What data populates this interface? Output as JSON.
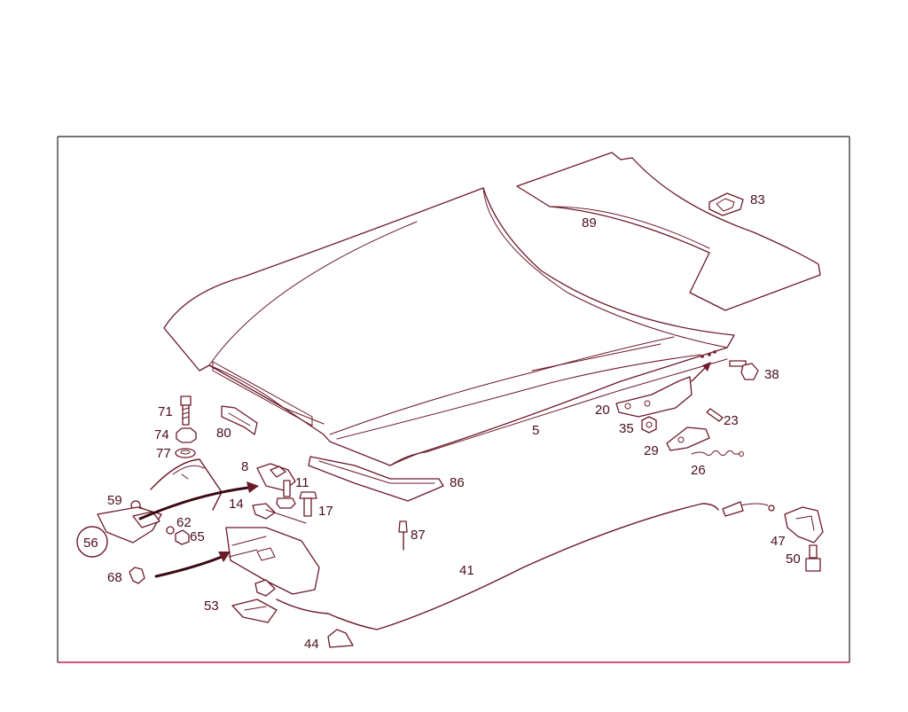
{
  "colors": {
    "line": "#6b1a2a",
    "label": "#4a0e1c",
    "frame_bottom": "#c2185b"
  },
  "labels": {
    "p5": "5",
    "p8": "8",
    "p11": "11",
    "p14": "14",
    "p17": "17",
    "p20": "20",
    "p23": "23",
    "p26": "26",
    "p29": "29",
    "p35": "35",
    "p38": "38",
    "p41": "41",
    "p44": "44",
    "p47": "47",
    "p50": "50",
    "p53": "53",
    "p56": "56",
    "p59": "59",
    "p62": "62",
    "p65": "65",
    "p68": "68",
    "p71": "71",
    "p74": "74",
    "p77": "77",
    "p80": "80",
    "p83": "83",
    "p86": "86",
    "p87": "87",
    "p89": "89"
  }
}
